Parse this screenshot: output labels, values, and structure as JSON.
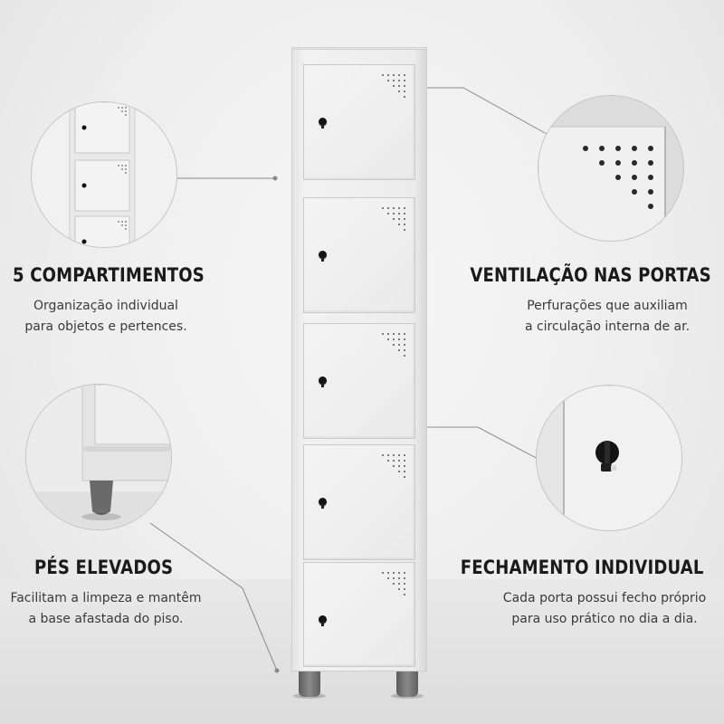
{
  "features": {
    "compartments": {
      "title": "5 COMPARTIMENTOS",
      "desc_line1": "Organização individual",
      "desc_line2": "para objetos e pertences."
    },
    "ventilation": {
      "title": "VENTILAÇÃO NAS PORTAS",
      "desc_line1": "Perfurações que auxiliam",
      "desc_line2": "a circulação interna de ar."
    },
    "feet": {
      "title": "PÉS ELEVADOS",
      "desc_line1": "Facilitam a limpeza e mantêm",
      "desc_line2": "a base afastada do piso."
    },
    "closure": {
      "title": "FECHAMENTO INDIVIDUAL",
      "desc_line1": "Cada porta possui fecho próprio",
      "desc_line2": "para uso prático no dia a dia."
    }
  },
  "locker": {
    "door_count": 5,
    "colors": {
      "body": "#ececec",
      "lock": "#151515",
      "feet": "#6e6e6e",
      "leader_line": "#8a8a8a"
    }
  }
}
